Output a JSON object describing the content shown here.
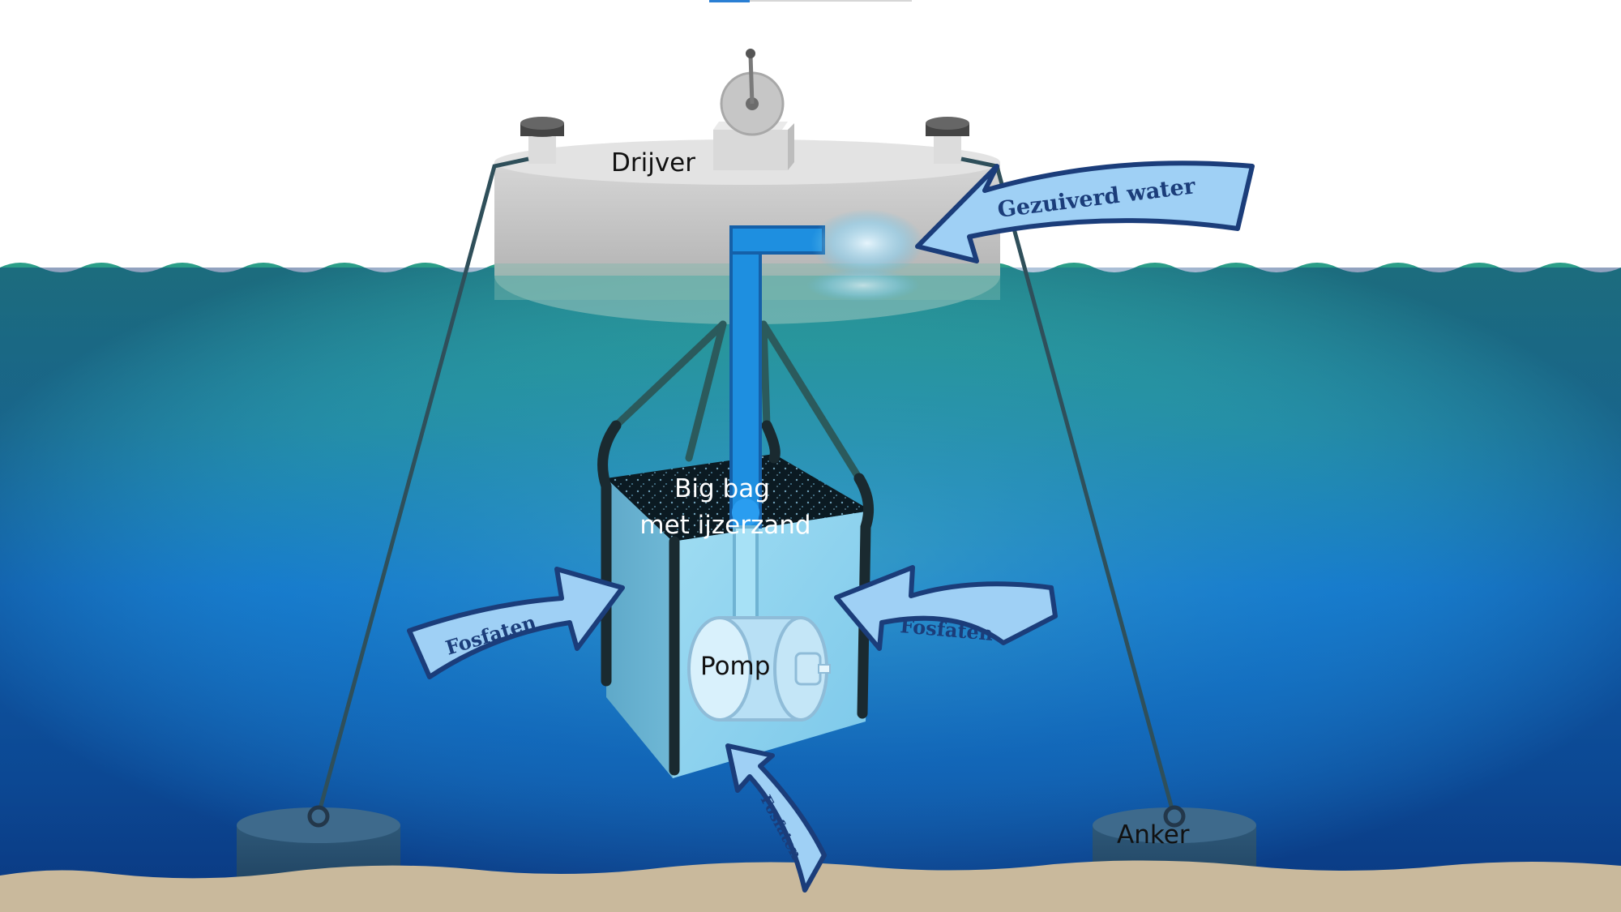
{
  "labels": {
    "float": "Drijver",
    "bag_line1": "Big bag",
    "bag_line2": "met ijzerzand",
    "pump": "Pomp",
    "anchor": "Anker"
  },
  "arrows": {
    "purified_water": "Gezuiverd water",
    "phosphates_left": "Fosfaten",
    "phosphates_right": "Fosfaten",
    "phosphates_bottom": "Fosfaten"
  },
  "colors": {
    "water_top": "#2a9d8a",
    "water_mid": "#1576c9",
    "water_deep": "#0a3a8a",
    "seabed": "#c8b89a",
    "arrow_fill": "#9fd0f5",
    "arrow_stroke": "#1b3d7a",
    "pipe": "#1e8fe0"
  }
}
